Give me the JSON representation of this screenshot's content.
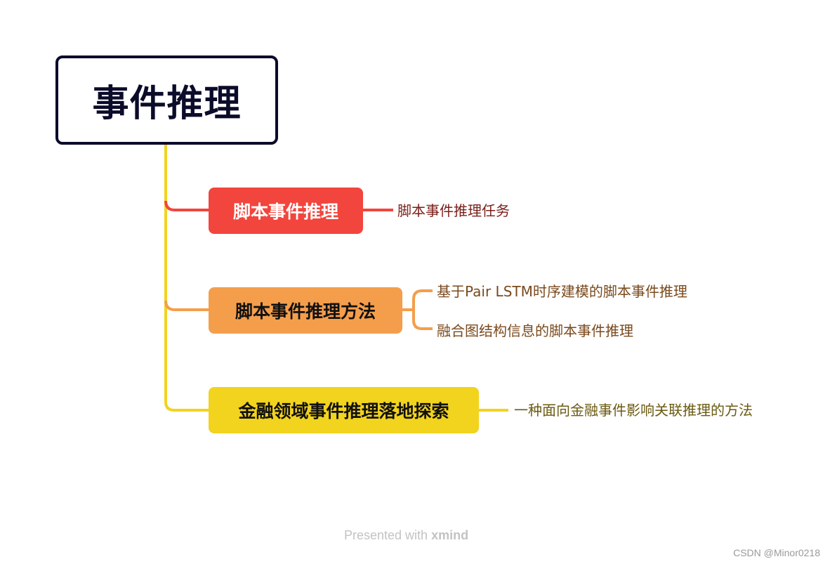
{
  "root": {
    "label": "事件推理"
  },
  "branches": [
    {
      "label": "脚本事件推理",
      "color": "#f2453d",
      "text_color": "#ffffff",
      "leaf_color": "#7a1f1a",
      "children": [
        "脚本事件推理任务"
      ]
    },
    {
      "label": "脚本事件推理方法",
      "color": "#f49e4c",
      "text_color": "#111111",
      "leaf_color": "#7a4a1d",
      "children": [
        "基于Pair LSTM时序建模的脚本事件推理",
        "融合图结构信息的脚本事件推理"
      ]
    },
    {
      "label": "金融领域事件推理落地探索",
      "color": "#f2d31e",
      "text_color": "#111111",
      "leaf_color": "#6b5a12",
      "children": [
        "一种面向金融事件影响关联推理的方法"
      ]
    }
  ],
  "footer": {
    "presented": "Presented with",
    "brand": "xmind"
  },
  "watermark": "CSDN @Minor0218",
  "colors": {
    "trunk": "#f2d31e",
    "root_border": "#0b0b2a"
  }
}
